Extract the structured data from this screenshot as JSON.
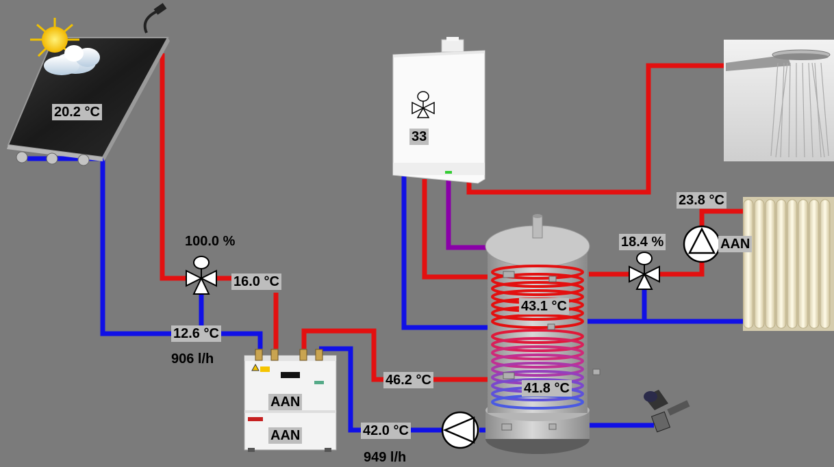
{
  "colors": {
    "background": "#7b7b7b",
    "hot_pipe": "#e00000",
    "cold_pipe": "#0000e0",
    "purple_pipe": "#8a00a8",
    "label_bg": "#bdbdbd"
  },
  "icons": {
    "solar": "solar-panel-icon",
    "sun": "sun-cloud-icon",
    "boiler": "boiler-icon",
    "tank": "storage-tank-icon",
    "heat_pump": "heat-pump-icon",
    "shower": "shower-icon",
    "radiator": "radiator-icon",
    "valve": "three-way-valve-icon",
    "pump": "pump-icon",
    "sensor": "sensor-icon"
  },
  "labels": {
    "collector_temp": "20.2 °C",
    "valve_position": "100.0 %",
    "valve_temp": "16.0 °C",
    "return_temp": "12.6 °C",
    "solar_flow": "906 l/h",
    "heat_pump_status_1": "AAN",
    "heat_pump_status_2": "AAN",
    "heat_pump_supply_temp": "46.2 °C",
    "heat_pump_return_temp": "42.0 °C",
    "heat_pump_flow": "949 l/h",
    "boiler_value": "33",
    "tank_top_temp": "43.1 °C",
    "tank_bottom_temp": "41.8 °C",
    "mixing_valve_position": "18.4 %",
    "heating_temp": "23.8 °C",
    "heating_pump_status": "AAN"
  }
}
